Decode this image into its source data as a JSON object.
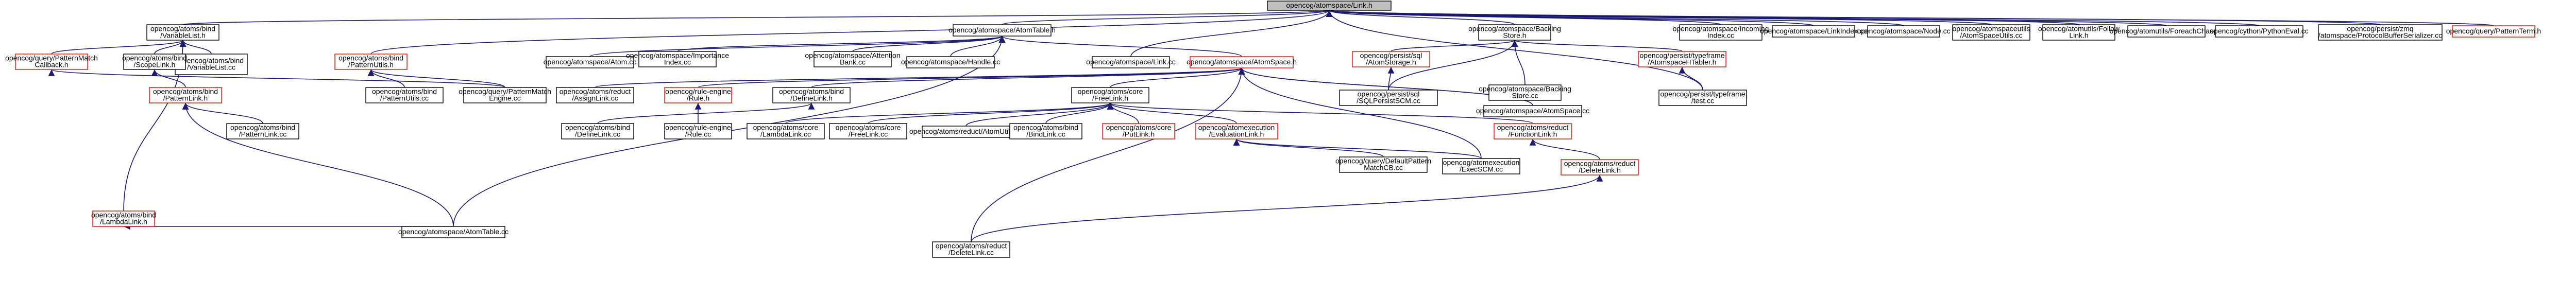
{
  "graph": {
    "root": "opencog/atomspace/Link.h",
    "edge_color": "#191970",
    "highlight_color": "#ff0000",
    "nodes": [
      {
        "id": "root",
        "lines": [
          "opencog/atomspace/Link.h"
        ]
      },
      {
        "id": "varlist_h",
        "lines": [
          "opencog/atoms/bind",
          "/VariableList.h"
        ]
      },
      {
        "id": "atomtable_h",
        "lines": [
          "opencog/atomspace/AtomTable.h"
        ]
      },
      {
        "id": "backingstore_h",
        "lines": [
          "opencog/atomspace/Backing",
          "Store.h"
        ]
      },
      {
        "id": "incoming_idx",
        "lines": [
          "opencog/atomspace/Incoming",
          "Index.cc"
        ]
      },
      {
        "id": "linkindex",
        "lines": [
          "opencog/atomspace/LinkIndex.cc"
        ]
      },
      {
        "id": "node_cc",
        "lines": [
          "opencog/atomspace/Node.cc"
        ]
      },
      {
        "id": "atomspaceutils",
        "lines": [
          "opencog/atomspaceutils",
          "/AtomSpaceUtils.cc"
        ]
      },
      {
        "id": "followlink",
        "lines": [
          "opencog/atomutils/Follow",
          "Link.h"
        ]
      },
      {
        "id": "forallchase",
        "lines": [
          "opencog/atomutils/ForeachChase.h"
        ]
      },
      {
        "id": "pythoneval",
        "lines": [
          "opencog/cython/PythonEval.cc"
        ]
      },
      {
        "id": "protocolbuf",
        "lines": [
          "opencog/persist/zmq",
          "/atomspace/ProtocolBufferSerializer.cc"
        ]
      },
      {
        "id": "patternterm",
        "lines": [
          "opencog/query/PatternTerm.h"
        ],
        "hl": true
      },
      {
        "id": "patternmatchcb",
        "lines": [
          "opencog/query/PatternMatch",
          "Callback.h"
        ],
        "hl": true
      },
      {
        "id": "varlist_cc",
        "lines": [
          "opencog/atoms/bind",
          "/VariableList.cc"
        ]
      },
      {
        "id": "scopelink",
        "lines": [
          "opencog/atoms/bind",
          "/ScopeLink.h"
        ]
      },
      {
        "id": "pututils",
        "lines": [
          "opencog/atoms/bind",
          "/PatternUtils.h"
        ],
        "hl": true
      },
      {
        "id": "atom_cc",
        "lines": [
          "opencog/atomspace/Atom.cc"
        ]
      },
      {
        "id": "importance",
        "lines": [
          "opencog/atomspace/Importance",
          "Index.cc"
        ]
      },
      {
        "id": "attbank",
        "lines": [
          "opencog/atomspace/Attention",
          "Bank.cc"
        ]
      },
      {
        "id": "handle_cc",
        "lines": [
          "opencog/atomspace/Handle.cc"
        ]
      },
      {
        "id": "link_cc",
        "lines": [
          "opencog/atomspace/Link.cc"
        ]
      },
      {
        "id": "atomspace_h",
        "lines": [
          "opencog/atomspace/AtomSpace.h"
        ],
        "hl": true
      },
      {
        "id": "atomstorage",
        "lines": [
          "opencog/persist/sql",
          "/AtomStorage.h"
        ],
        "hl": true
      },
      {
        "id": "typeframe",
        "lines": [
          "opencog/persist/typeframe",
          "/AtomspaceHTabler.h"
        ],
        "hl": true
      },
      {
        "id": "patternlink",
        "lines": [
          "opencog/atoms/bind",
          "/PatternLink.h"
        ],
        "hl": true
      },
      {
        "id": "patutils_cc",
        "lines": [
          "opencog/atoms/bind",
          "/PatternUtils.cc"
        ]
      },
      {
        "id": "pmengine",
        "lines": [
          "opencog/query/PatternMatch",
          "Engine.cc"
        ]
      },
      {
        "id": "assignlink",
        "lines": [
          "opencog/atoms/reduct",
          "/AssignLink.cc"
        ]
      },
      {
        "id": "rule_h",
        "lines": [
          "opencog/rule-engine",
          "/Rule.h"
        ],
        "hl": true
      },
      {
        "id": "deletelink_h0",
        "lines": [
          "opencog/atoms/bind",
          "/DefineLink.h"
        ]
      },
      {
        "id": "freelink_h",
        "lines": [
          "opencog/atoms/core",
          "/FreeLink.h"
        ]
      },
      {
        "id": "backingstore_cc",
        "lines": [
          "opencog/atomspace/Backing",
          "Store.cc"
        ]
      },
      {
        "id": "sqlpersist",
        "lines": [
          "opencog/persist/sql",
          "/SQLPersistSCM.cc"
        ]
      },
      {
        "id": "atomspace_cc",
        "lines": [
          "opencog/atomspace/AtomSpace.cc"
        ]
      },
      {
        "id": "typeframe_cc",
        "lines": [
          "opencog/persist/typeframe",
          "/test.cc"
        ]
      },
      {
        "id": "patternlink_cc",
        "lines": [
          "opencog/atoms/bind",
          "/PatternLink.cc"
        ]
      },
      {
        "id": "definelink_cc",
        "lines": [
          "opencog/atoms/bind",
          "/DefineLink.cc"
        ]
      },
      {
        "id": "rule_cc",
        "lines": [
          "opencog/rule-engine",
          "/Rule.cc"
        ]
      },
      {
        "id": "lambdalink",
        "lines": [
          "opencog/atoms/core",
          "/LambdaLink.cc"
        ]
      },
      {
        "id": "freelink_cc",
        "lines": [
          "opencog/atoms/core",
          "/FreeLink.cc"
        ]
      },
      {
        "id": "atomutils",
        "lines": [
          "opencog/atoms/reduct/AtomUtils.cc"
        ]
      },
      {
        "id": "bindlink",
        "lines": [
          "opencog/atoms/bind",
          "/BindLink.cc"
        ]
      },
      {
        "id": "putlink_h",
        "lines": [
          "opencog/atoms/core",
          "/PutLink.h"
        ],
        "hl": true
      },
      {
        "id": "evaluationlink",
        "lines": [
          "opencog/atomexecution",
          "/EvaluationLink.h"
        ],
        "hl": true
      },
      {
        "id": "functionlink",
        "lines": [
          "opencog/atoms/reduct",
          "/FunctionLink.h"
        ],
        "hl": true
      },
      {
        "id": "lambdalink_h",
        "lines": [
          "opencog/atoms/bind",
          "/LambdaLink.h"
        ],
        "hl": true
      },
      {
        "id": "defaultpm",
        "lines": [
          "opencog/query/DefaultPattern",
          "MatchCB.cc"
        ]
      },
      {
        "id": "execscm",
        "lines": [
          "opencog/atomexecution",
          "/ExecSCM.cc"
        ]
      },
      {
        "id": "deletelink_h",
        "lines": [
          "opencog/atoms/reduct",
          "/DeleteLink.h"
        ],
        "hl": true
      },
      {
        "id": "atomtable_cc",
        "lines": [
          "opencog/atomspace/AtomTable.cc"
        ]
      },
      {
        "id": "deletelink_cc",
        "lines": [
          "opencog/atoms/reduct",
          "/DeleteLink.cc"
        ]
      }
    ]
  }
}
